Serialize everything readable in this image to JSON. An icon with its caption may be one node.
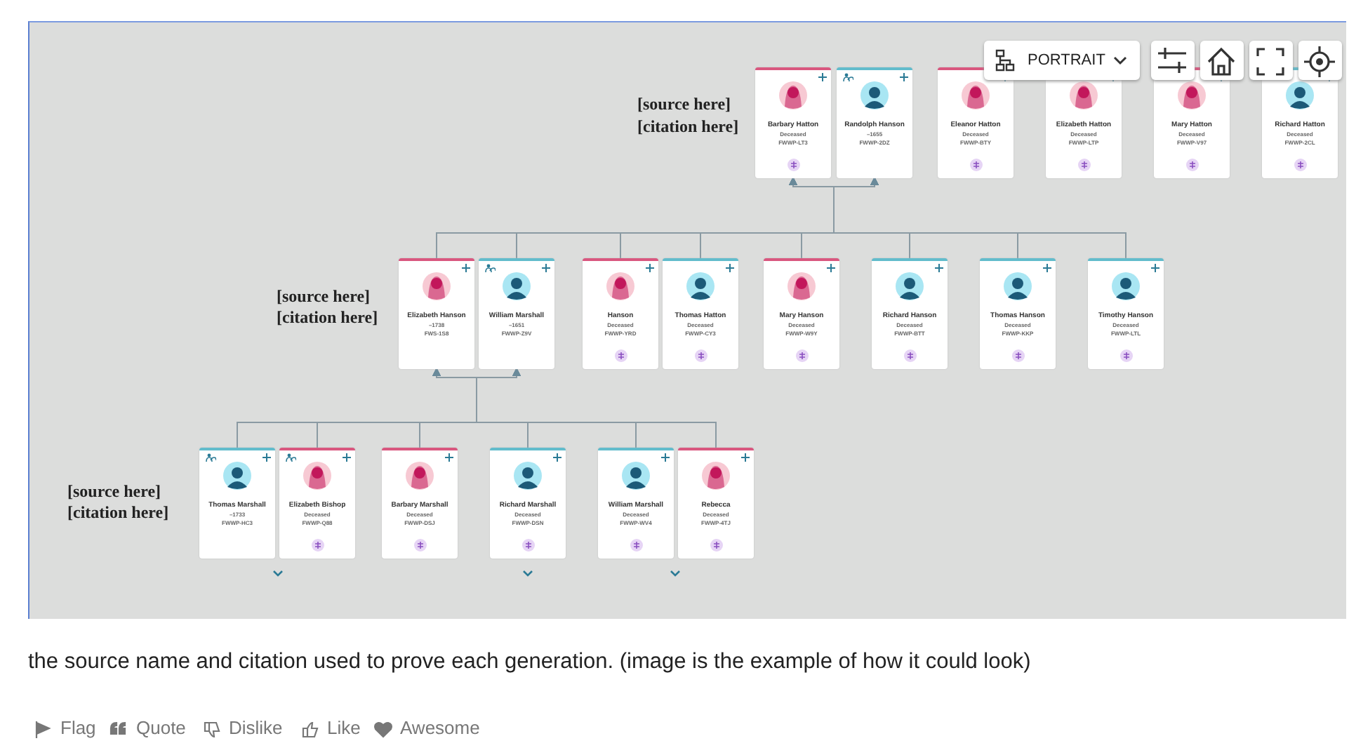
{
  "diagram": {
    "caption": "the source name and citation used to prove each generation. (image is the example of how it could look)",
    "nodes": [
      {
        "text": [
          "Barbary Hatton",
          "Deceased",
          "FWWP-LT3"
        ]
      },
      {
        "text": [
          "Randolph Hanson",
          "–1655",
          "FWWP-2DZ"
        ]
      },
      {
        "text": [
          "Eleanor Hatton",
          "Deceased",
          "FWWP-BTY"
        ]
      },
      {
        "text": [
          "Elizabeth Hatton",
          "Deceased",
          "FWWP-LTP"
        ]
      },
      {
        "text": [
          "Mary Hatton",
          "Deceased",
          "FWWP-V97"
        ]
      },
      {
        "text": [
          "Richard Hatton",
          "Deceased",
          "FWWP-2CL"
        ]
      },
      {
        "text": [
          "Elizabeth Hanson",
          "–1738",
          "FWS-1S8"
        ]
      },
      {
        "text": [
          "William Marshall",
          "–1651",
          "FWWP-Z9V"
        ]
      },
      {
        "text": [
          "Hanson",
          "Deceased",
          "FWWP-YRD"
        ]
      },
      {
        "text": [
          "Thomas Hatton",
          "Deceased",
          "FWWP-CY3"
        ]
      },
      {
        "text": [
          "Mary Hanson",
          "Deceased",
          "FWWP-W9Y"
        ]
      },
      {
        "text": [
          "Richard Hanson",
          "Deceased",
          "FWWP-BTT"
        ]
      },
      {
        "text": [
          "Thomas Hanson",
          "Deceased",
          "FWWP-KKP"
        ]
      },
      {
        "text": [
          "Timothy Hanson",
          "Deceased",
          "FWWP-LTL"
        ]
      },
      {
        "text": [
          "Thomas Marshall",
          "–1733",
          "FWWP-HC3"
        ]
      },
      {
        "text": [
          "Elizabeth Bishop",
          "Deceased",
          "FWWP-Q88"
        ]
      },
      {
        "text": [
          "Barbary Marshall",
          "Deceased",
          "FWWP-DSJ"
        ]
      },
      {
        "text": [
          "Richard Marshall",
          "Deceased",
          "FWWP-DSN"
        ]
      },
      {
        "text": [
          "William Marshall",
          "Deceased",
          "FWWP-WV4"
        ]
      },
      {
        "text": [
          "Rebecca",
          "Deceased",
          "FWWP-4TJ"
        ]
      }
    ],
    "edges": [
      {
        "from": 6,
        "to": 0,
        "arrow": "to"
      },
      {
        "from": 6,
        "to": 1,
        "arrow": "to"
      },
      {
        "from": 7,
        "to": 0,
        "arrow": "to"
      },
      {
        "from": 7,
        "to": 1,
        "arrow": "to"
      },
      {
        "from": 8,
        "to": 0,
        "arrow": "to"
      },
      {
        "from": 8,
        "to": 1,
        "arrow": "to"
      },
      {
        "from": 9,
        "to": 0,
        "arrow": "to"
      },
      {
        "from": 9,
        "to": 1,
        "arrow": "to"
      },
      {
        "from": 10,
        "to": 0,
        "arrow": "to"
      },
      {
        "from": 10,
        "to": 1,
        "arrow": "to"
      },
      {
        "from": 11,
        "to": 0,
        "arrow": "to"
      },
      {
        "from": 11,
        "to": 1,
        "arrow": "to"
      },
      {
        "from": 12,
        "to": 0,
        "arrow": "to"
      },
      {
        "from": 12,
        "to": 1,
        "arrow": "to"
      },
      {
        "from": 13,
        "to": 0,
        "arrow": "to"
      },
      {
        "from": 13,
        "to": 1,
        "arrow": "to"
      },
      {
        "from": 14,
        "to": 6,
        "arrow": "to"
      },
      {
        "from": 14,
        "to": 7,
        "arrow": "to"
      },
      {
        "from": 15,
        "to": 6,
        "arrow": "to"
      },
      {
        "from": 15,
        "to": 7,
        "arrow": "to"
      },
      {
        "from": 16,
        "to": 6,
        "arrow": "to"
      },
      {
        "from": 16,
        "to": 7,
        "arrow": "to"
      },
      {
        "from": 17,
        "to": 6,
        "arrow": "to"
      },
      {
        "from": 17,
        "to": 7,
        "arrow": "to"
      },
      {
        "from": 18,
        "to": 6,
        "arrow": "to"
      },
      {
        "from": 18,
        "to": 7,
        "arrow": "to"
      },
      {
        "from": 19,
        "to": 6,
        "arrow": "to"
      },
      {
        "from": 19,
        "to": 7,
        "arrow": "to"
      }
    ],
    "labels": [
      "PORTRAIT",
      "[source here]",
      "[citation here]",
      "[source here]",
      "[citation here]",
      "[source here]",
      "[citation here]",
      "Flag",
      "Quote",
      "Dislike",
      "Like",
      "Awesome"
    ]
  }
}
